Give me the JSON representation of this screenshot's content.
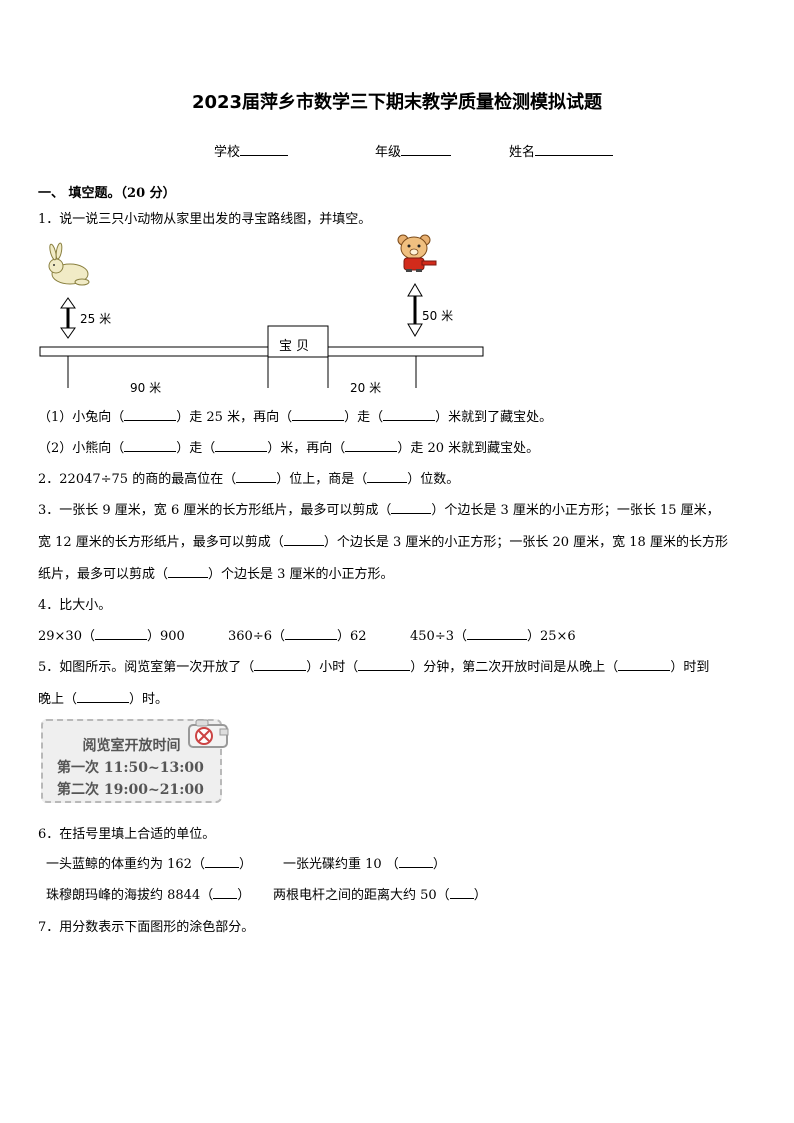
{
  "title": "2023届萍乡市数学三下期末教学质量检测模拟试题",
  "info": {
    "school": "学校",
    "grade": "年级",
    "name": "姓名"
  },
  "section1": "一、  填空题。（20 分）",
  "q1": {
    "stem": "1．说一说三只小动物从家里出发的寻宝路线图，并填空。",
    "diagram": {
      "treasure": "宝 贝",
      "rabbit_dist": "25 米",
      "bear_dist": "50 米",
      "left_dist": "90 米",
      "right_dist": "20 米",
      "rabbit_icon": "rabbit-icon",
      "bear_icon": "bear-icon"
    },
    "p1_a": "（1）小兔向（",
    "p1_b": "）走 25 米，再向（",
    "p1_c": "）走（",
    "p1_d": "）米就到了藏宝处。",
    "p2_a": "（2）小熊向（",
    "p2_b": "）走（",
    "p2_c": "）米，再向（",
    "p2_d": "）走 20 米就到藏宝处。"
  },
  "q2": {
    "a": "2．22047÷75 的商的最高位在（",
    "b": "）位上，商是（",
    "c": "）位数。"
  },
  "q3": {
    "l1a": "3．一张长 9 厘米，宽 6 厘米的长方形纸片，最多可以剪成（",
    "l1b": "）个边长是 3 厘米的小正方形；一张长 15 厘米，",
    "l2a": "宽 12 厘米的长方形纸片，最多可以剪成（",
    "l2b": "）个边长是 3 厘米的小正方形；一张长 20 厘米，宽 18 厘米的长方形",
    "l3a": "纸片，最多可以剪成（",
    "l3b": "）个边长是 3 厘米的小正方形。"
  },
  "q4": {
    "stem": "4．比大小。",
    "e1a": "29×30（",
    "e1b": "）900",
    "e2a": "360÷6（",
    "e2b": "）62",
    "e3a": "450÷3（",
    "e3b": "）25×6"
  },
  "q5": {
    "l1a": "5．如图所示。阅览室第一次开放了（",
    "l1b": "）小时（",
    "l1c": "）分钟，第二次开放时间是从晚上（",
    "l1d": "）时到",
    "l2a": "晚上（",
    "l2b": "）时。",
    "card_title": "阅览室开放时间",
    "row1": "第一次  11:50~13:00",
    "row2": "第二次  19:00~21:00"
  },
  "q6": {
    "stem": "6．在括号里填上合适的单位。",
    "a1": "一头蓝鲸的体重约为 162（",
    "a2": "）",
    "b1": "一张光碟约重 10    （",
    "b2": "）",
    "c1": "珠穆朗玛峰的海拔约 8844（",
    "c2": "）",
    "d1": "两根电杆之间的距离大约 50（",
    "d2": "）"
  },
  "q7": {
    "stem": "7．用分数表示下面图形的涂色部分。"
  }
}
